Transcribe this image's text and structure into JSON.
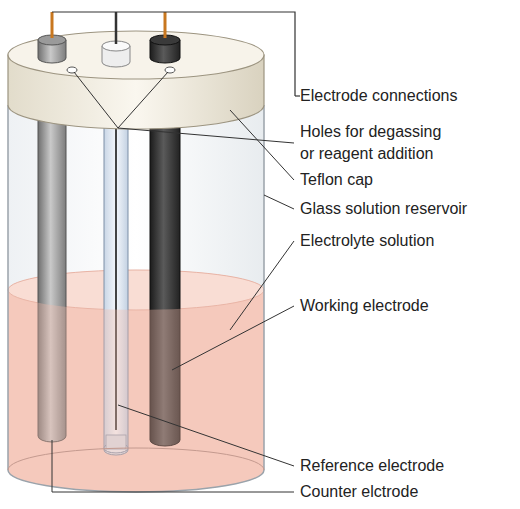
{
  "diagram": {
    "labels": [
      "Electrode connections",
      "Holes for degassing or reagent addition",
      "Teflon cap",
      "Glass solution reservoir",
      "Electrolyte solution",
      "Working electrode",
      "Reference electrode",
      "Counter elctrode"
    ]
  }
}
